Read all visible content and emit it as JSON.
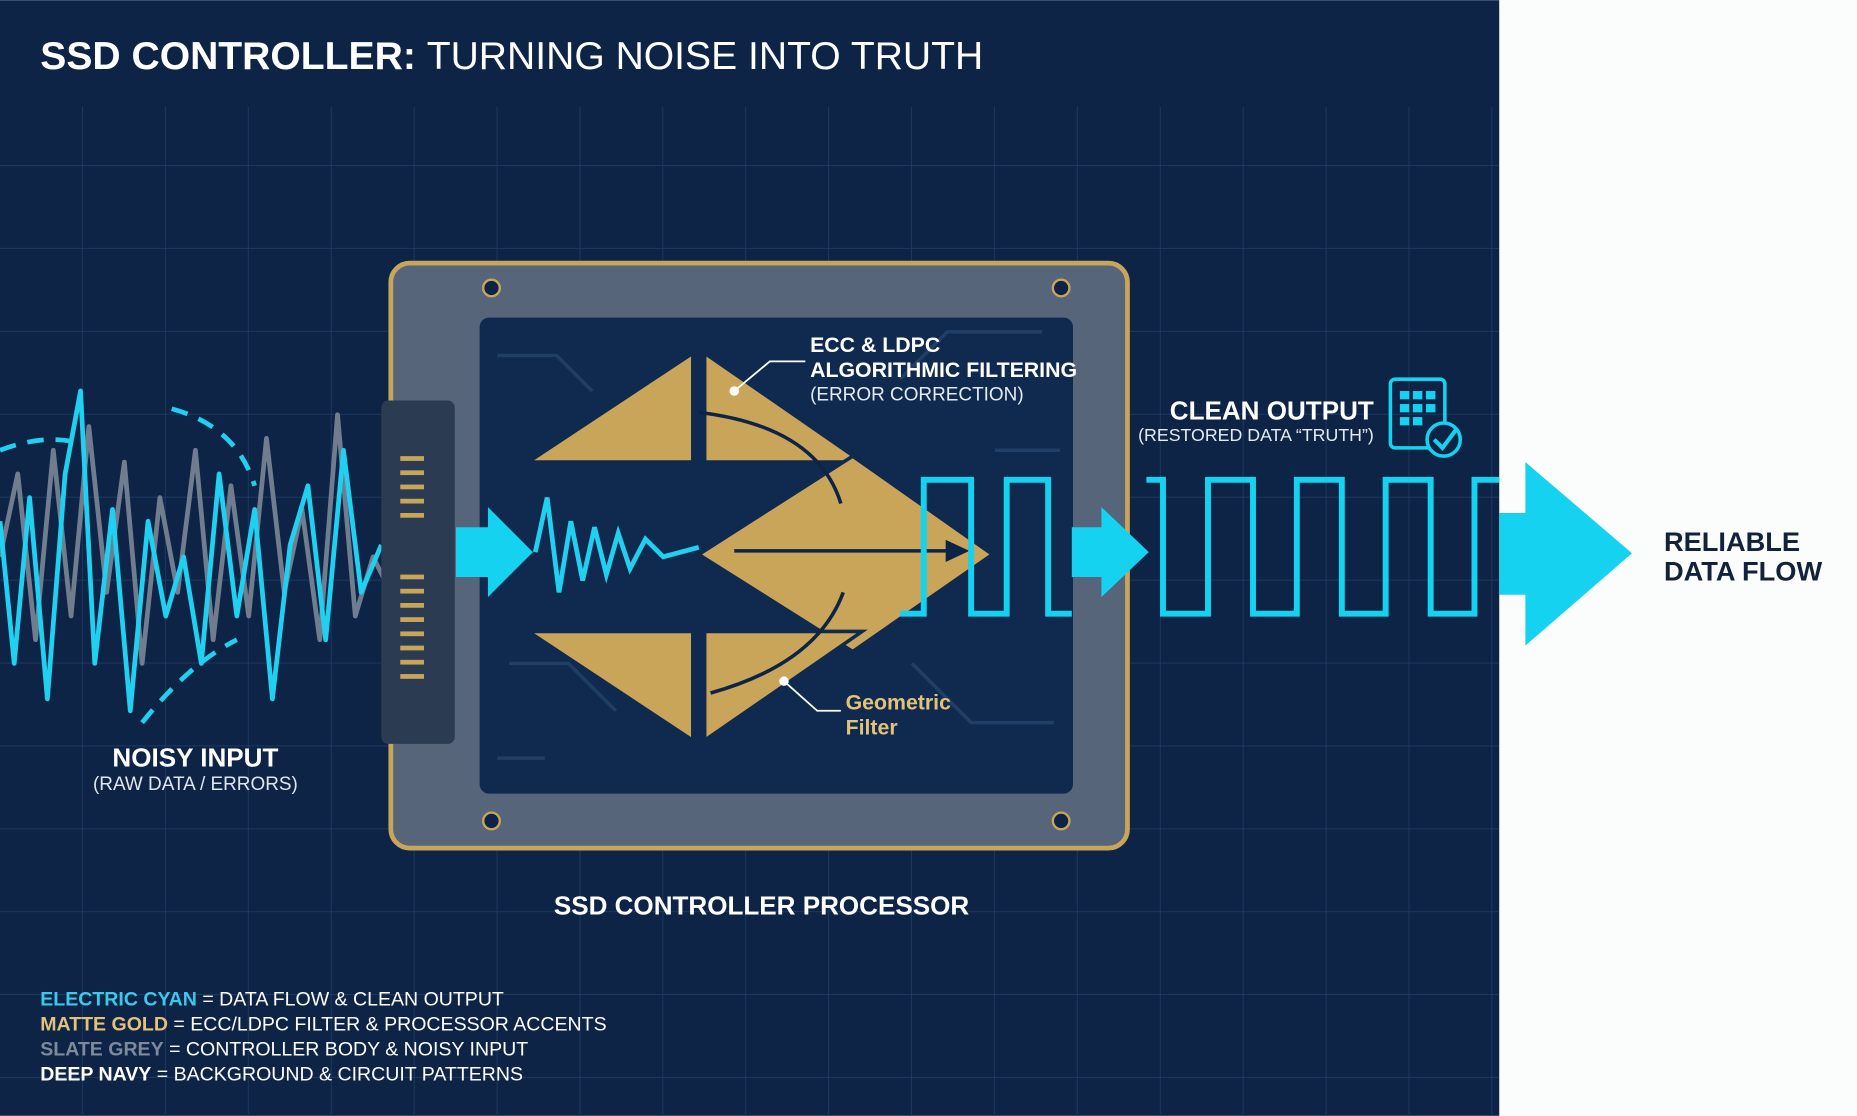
{
  "title": {
    "bold": "SSD CONTROLLER:",
    "rest": "TURNING NOISE INTO TRUTH"
  },
  "noisy_input": {
    "label": "NOISY INPUT",
    "sub": "(RAW DATA / ERRORS)"
  },
  "ecc": {
    "line1": "ECC & LDPC",
    "line2": "ALGORITHMIC FILTERING",
    "line3": "(ERROR CORRECTION)"
  },
  "geometric": {
    "line1": "Geometric",
    "line2": "Filter"
  },
  "clean_output": {
    "label": "CLEAN OUTPUT",
    "sub": "(RESTORED DATA “TRUTH”)"
  },
  "reliable": {
    "line1": "RELIABLE",
    "line2": "DATA FLOW"
  },
  "processor_label": "SSD CONTROLLER PROCESSOR",
  "legend": [
    {
      "key": "ELECTRIC CYAN",
      "desc": "= DATA FLOW & CLEAN OUTPUT",
      "color": "#3cc8ea"
    },
    {
      "key": "MATTE GOLD",
      "desc": "= ECC/LDPC FILTER & PROCESSOR ACCENTS",
      "color": "#e2c278"
    },
    {
      "key": "SLATE GREY",
      "desc": "= CONTROLLER BODY & NOISY INPUT",
      "color": "#7d8a9a"
    },
    {
      "key": "DEEP NAVY",
      "desc": "= BACKGROUND & CIRCUIT PATTERNS",
      "color": "#ffffff"
    }
  ],
  "colors": {
    "navy": "#0d2447",
    "cyan": "#14d2f0",
    "gold": "#c9a55a",
    "slate": "#5d6c7e"
  }
}
